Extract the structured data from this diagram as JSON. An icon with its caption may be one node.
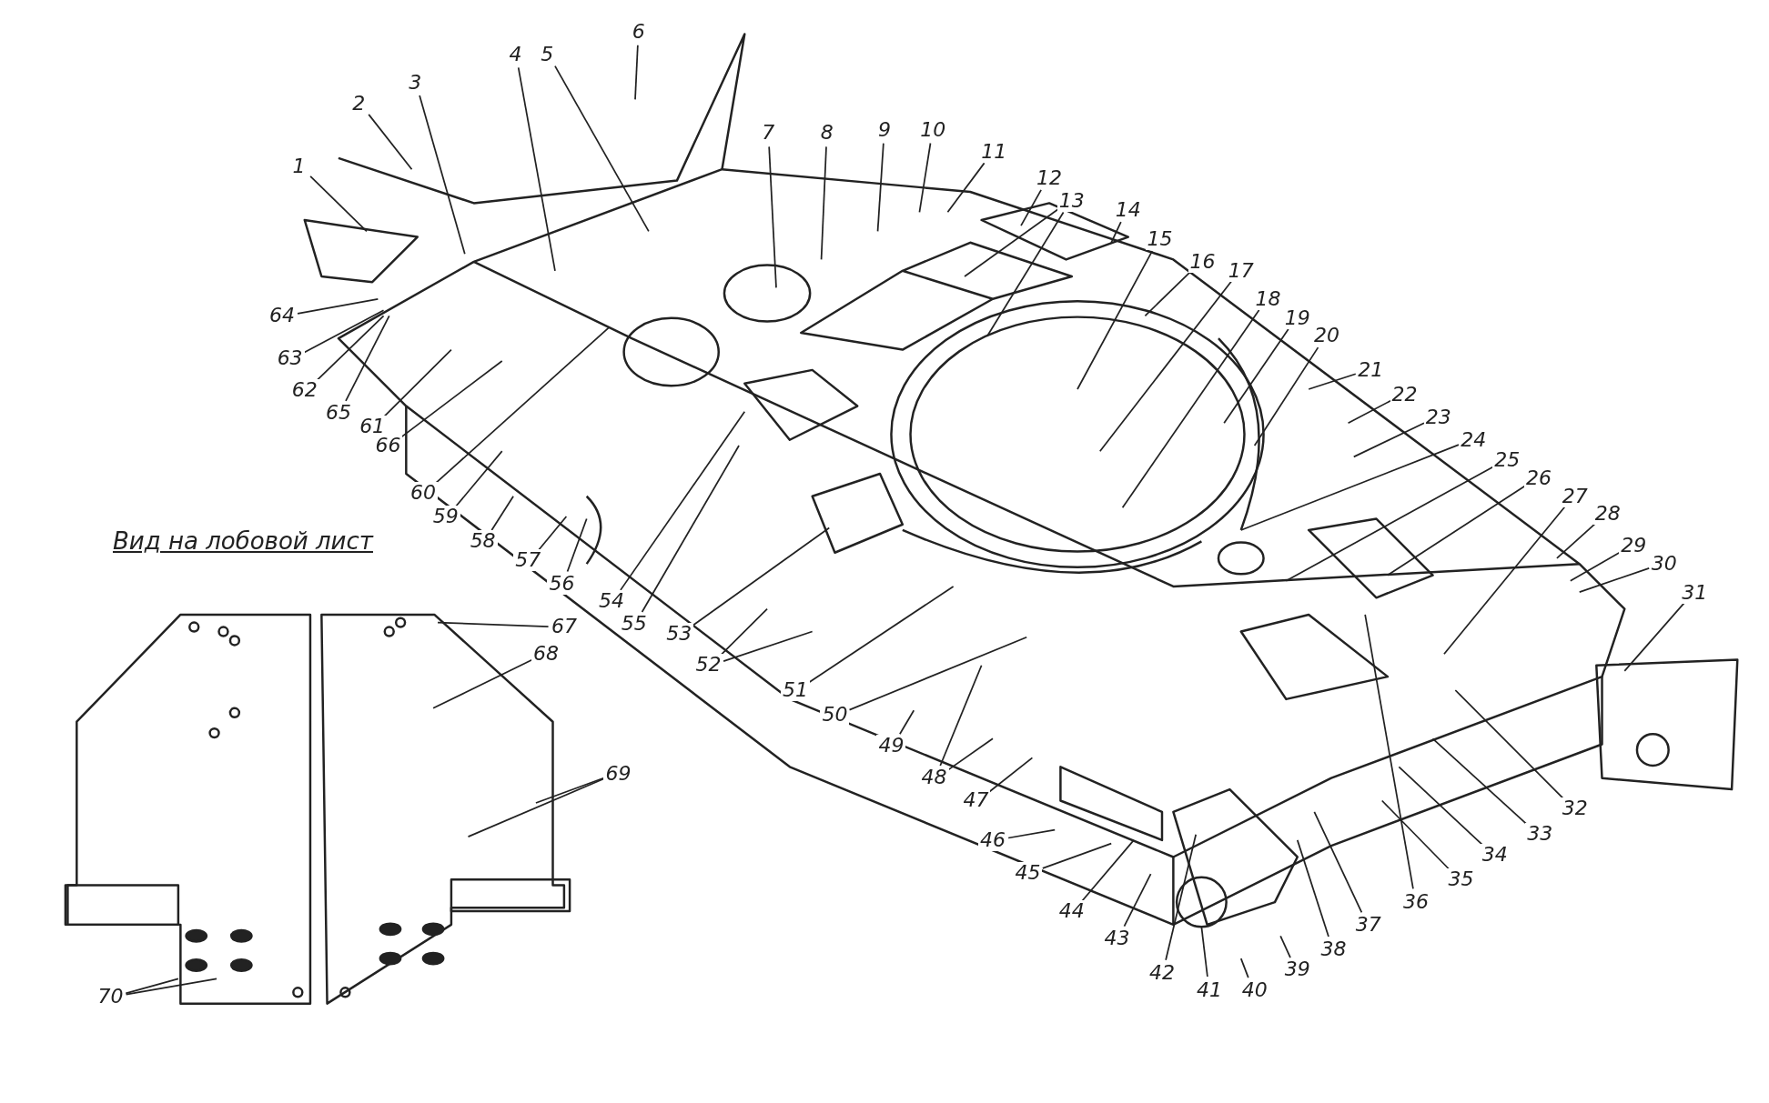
{
  "diagram": {
    "nodes": [
      {
        "text": [
          "1"
        ]
      },
      {
        "text": [
          "2"
        ]
      },
      {
        "text": [
          "3"
        ]
      },
      {
        "text": [
          "4"
        ]
      },
      {
        "text": [
          "5"
        ]
      },
      {
        "text": [
          "6"
        ]
      },
      {
        "text": [
          "7"
        ]
      },
      {
        "text": [
          "8"
        ]
      },
      {
        "text": [
          "9"
        ]
      },
      {
        "text": [
          "10"
        ]
      },
      {
        "text": [
          "11"
        ]
      },
      {
        "text": [
          "12"
        ]
      },
      {
        "text": [
          "13"
        ]
      },
      {
        "text": [
          "14"
        ]
      },
      {
        "text": [
          "15"
        ]
      },
      {
        "text": [
          "16"
        ]
      },
      {
        "text": [
          "17"
        ]
      },
      {
        "text": [
          "18"
        ]
      },
      {
        "text": [
          "19"
        ]
      },
      {
        "text": [
          "20"
        ]
      },
      {
        "text": [
          "21"
        ]
      },
      {
        "text": [
          "22"
        ]
      },
      {
        "text": [
          "23"
        ]
      },
      {
        "text": [
          "24"
        ]
      },
      {
        "text": [
          "25"
        ]
      },
      {
        "text": [
          "26"
        ]
      },
      {
        "text": [
          "27"
        ]
      },
      {
        "text": [
          "28"
        ]
      },
      {
        "text": [
          "29"
        ]
      },
      {
        "text": [
          "30"
        ]
      },
      {
        "text": [
          "31"
        ]
      },
      {
        "text": [
          "32"
        ]
      },
      {
        "text": [
          "33"
        ]
      },
      {
        "text": [
          "34"
        ]
      },
      {
        "text": [
          "35"
        ]
      },
      {
        "text": [
          "36"
        ]
      },
      {
        "text": [
          "37"
        ]
      },
      {
        "text": [
          "38"
        ]
      },
      {
        "text": [
          "39"
        ]
      },
      {
        "text": [
          "40"
        ]
      },
      {
        "text": [
          "41"
        ]
      },
      {
        "text": [
          "42"
        ]
      },
      {
        "text": [
          "43"
        ]
      },
      {
        "text": [
          "44"
        ]
      },
      {
        "text": [
          "45"
        ]
      },
      {
        "text": [
          "46"
        ]
      },
      {
        "text": [
          "47"
        ]
      },
      {
        "text": [
          "48"
        ]
      },
      {
        "text": [
          "49"
        ]
      },
      {
        "text": [
          "50"
        ]
      },
      {
        "text": [
          "51"
        ]
      },
      {
        "text": [
          "52"
        ]
      },
      {
        "text": [
          "53"
        ]
      },
      {
        "text": [
          "54"
        ]
      },
      {
        "text": [
          "55"
        ]
      },
      {
        "text": [
          "56"
        ]
      },
      {
        "text": [
          "57"
        ]
      },
      {
        "text": [
          "58"
        ]
      },
      {
        "text": [
          "59"
        ]
      },
      {
        "text": [
          "60"
        ]
      },
      {
        "text": [
          "61"
        ]
      },
      {
        "text": [
          "62"
        ]
      },
      {
        "text": [
          "63"
        ]
      },
      {
        "text": [
          "64"
        ]
      },
      {
        "text": [
          "65"
        ]
      },
      {
        "text": [
          "66"
        ]
      },
      {
        "text": [
          "67"
        ]
      },
      {
        "text": [
          "68"
        ]
      },
      {
        "text": [
          "69"
        ]
      },
      {
        "text": [
          "70"
        ]
      }
    ],
    "edges": [
      {
        "from": 0,
        "to": null,
        "arrow": "none"
      },
      {
        "from": 1,
        "to": null,
        "arrow": "none"
      },
      {
        "from": 2,
        "to": null,
        "arrow": "none"
      },
      {
        "from": 3,
        "to": null,
        "arrow": "none"
      },
      {
        "from": 4,
        "to": null,
        "arrow": "none"
      },
      {
        "from": 5,
        "to": null,
        "arrow": "none"
      },
      {
        "from": 6,
        "to": null,
        "arrow": "none"
      },
      {
        "from": 7,
        "to": null,
        "arrow": "none"
      },
      {
        "from": 8,
        "to": null,
        "arrow": "none"
      },
      {
        "from": 9,
        "to": null,
        "arrow": "none"
      },
      {
        "from": 10,
        "to": null,
        "arrow": "none"
      },
      {
        "from": 11,
        "to": null,
        "arrow": "none"
      },
      {
        "from": 12,
        "to": null,
        "arrow": "none"
      },
      {
        "from": 12,
        "to": null,
        "arrow": "none"
      },
      {
        "from": 13,
        "to": null,
        "arrow": "none"
      },
      {
        "from": 14,
        "to": null,
        "arrow": "none"
      },
      {
        "from": 15,
        "to": null,
        "arrow": "none"
      },
      {
        "from": 16,
        "to": null,
        "arrow": "none"
      },
      {
        "from": 17,
        "to": null,
        "arrow": "none"
      },
      {
        "from": 18,
        "to": null,
        "arrow": "none"
      },
      {
        "from": 19,
        "to": null,
        "arrow": "none"
      },
      {
        "from": 20,
        "to": null,
        "arrow": "none"
      },
      {
        "from": 21,
        "to": null,
        "arrow": "none"
      },
      {
        "from": 22,
        "to": null,
        "arrow": "none"
      },
      {
        "from": 23,
        "to": null,
        "arrow": "none"
      },
      {
        "from": 24,
        "to": null,
        "arrow": "none"
      },
      {
        "from": 25,
        "to": null,
        "arrow": "none"
      },
      {
        "from": 26,
        "to": null,
        "arrow": "none"
      },
      {
        "from": 27,
        "to": null,
        "arrow": "none"
      },
      {
        "from": 28,
        "to": null,
        "arrow": "none"
      },
      {
        "from": 29,
        "to": null,
        "arrow": "none"
      },
      {
        "from": 30,
        "to": null,
        "arrow": "none"
      },
      {
        "from": 31,
        "to": null,
        "arrow": "none"
      },
      {
        "from": 32,
        "to": null,
        "arrow": "none"
      },
      {
        "from": 33,
        "to": null,
        "arrow": "none"
      },
      {
        "from": 34,
        "to": null,
        "arrow": "none"
      },
      {
        "from": 35,
        "to": null,
        "arrow": "none"
      },
      {
        "from": 36,
        "to": null,
        "arrow": "none"
      },
      {
        "from": 37,
        "to": null,
        "arrow": "none"
      },
      {
        "from": 38,
        "to": null,
        "arrow": "none"
      },
      {
        "from": 39,
        "to": null,
        "arrow": "none"
      },
      {
        "from": 40,
        "to": null,
        "arrow": "none"
      },
      {
        "from": 41,
        "to": null,
        "arrow": "none"
      },
      {
        "from": 42,
        "to": null,
        "arrow": "none"
      },
      {
        "from": 43,
        "to": null,
        "arrow": "none"
      },
      {
        "from": 44,
        "to": null,
        "arrow": "none"
      },
      {
        "from": 45,
        "to": null,
        "arrow": "none"
      },
      {
        "from": 46,
        "to": null,
        "arrow": "none"
      },
      {
        "from": 47,
        "to": null,
        "arrow": "none"
      },
      {
        "from": 47,
        "to": null,
        "arrow": "none"
      },
      {
        "from": 48,
        "to": null,
        "arrow": "none"
      },
      {
        "from": 49,
        "to": null,
        "arrow": "none"
      },
      {
        "from": 50,
        "to": null,
        "arrow": "none"
      },
      {
        "from": 51,
        "to": null,
        "arrow": "none"
      },
      {
        "from": 51,
        "to": null,
        "arrow": "none"
      },
      {
        "from": 52,
        "to": null,
        "arrow": "none"
      },
      {
        "from": 53,
        "to": null,
        "arrow": "none"
      },
      {
        "from": 54,
        "to": null,
        "arrow": "none"
      },
      {
        "from": 55,
        "to": null,
        "arrow": "none"
      },
      {
        "from": 56,
        "to": null,
        "arrow": "none"
      },
      {
        "from": 57,
        "to": null,
        "arrow": "none"
      },
      {
        "from": 58,
        "to": null,
        "arrow": "none"
      },
      {
        "from": 59,
        "to": null,
        "arrow": "none"
      },
      {
        "from": 60,
        "to": null,
        "arrow": "none"
      },
      {
        "from": 61,
        "to": null,
        "arrow": "none"
      },
      {
        "from": 62,
        "to": null,
        "arrow": "none"
      },
      {
        "from": 63,
        "to": null,
        "arrow": "none"
      },
      {
        "from": 64,
        "to": null,
        "arrow": "none"
      },
      {
        "from": 65,
        "to": null,
        "arrow": "none"
      },
      {
        "from": 66,
        "to": null,
        "arrow": "none"
      },
      {
        "from": 67,
        "to": null,
        "arrow": "none"
      },
      {
        "from": 68,
        "to": null,
        "arrow": "none"
      },
      {
        "from": 68,
        "to": null,
        "arrow": "none"
      },
      {
        "from": 69,
        "to": null,
        "arrow": "none"
      },
      {
        "from": 69,
        "to": null,
        "arrow": "none"
      }
    ],
    "labels": [
      "Вид на лобовой лист"
    ]
  }
}
